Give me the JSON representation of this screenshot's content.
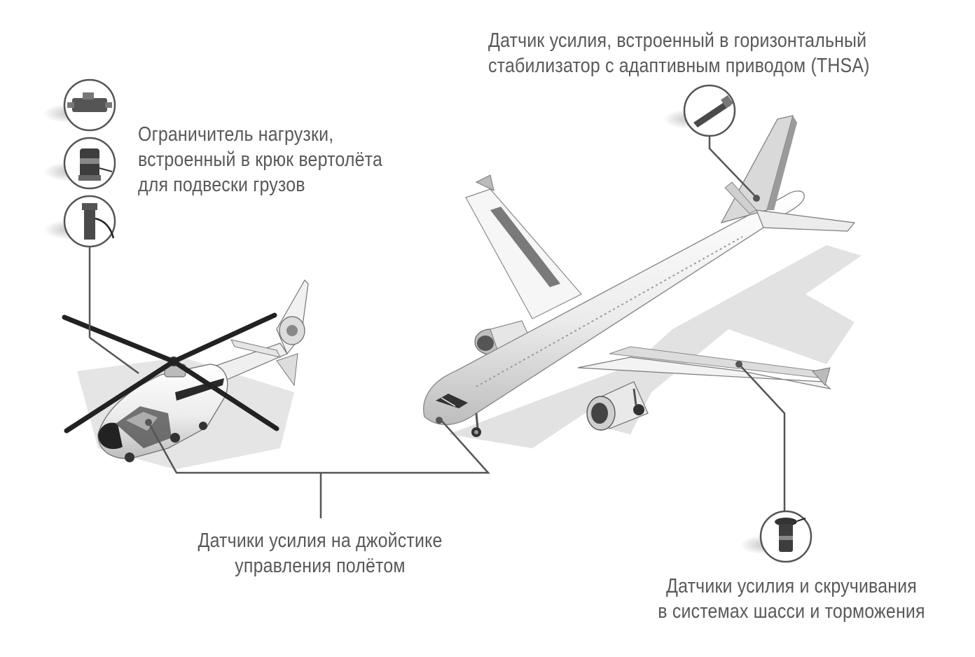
{
  "labels": {
    "hook": {
      "line1": "Ограничитель нагрузки,",
      "line2": "встроенный в крюк вертолёта",
      "line3": "для подвески грузов"
    },
    "thsa": {
      "line1": "Датчик усилия, встроенный в горизонтальный",
      "line2": "стабилизатор с адаптивным приводом (THSA)"
    },
    "joystick": {
      "line1": "Датчики усилия на джойстике",
      "line2": "управления полётом"
    },
    "gear": {
      "line1": "Датчики усилия и скручивания",
      "line2": "в системах шасси и торможения"
    }
  },
  "colors": {
    "text": "#595959",
    "leader": "#555555",
    "aircraft_light": "#f2f2f2",
    "aircraft_mid": "#c8c8c8",
    "aircraft_dark": "#555555",
    "shadow": "#dcdcdc"
  },
  "icons": [
    "load-cell-icon",
    "hook-load-pin-icon",
    "hook-sensor-icon",
    "thsa-pin-icon",
    "landing-gear-sensor-icon"
  ]
}
